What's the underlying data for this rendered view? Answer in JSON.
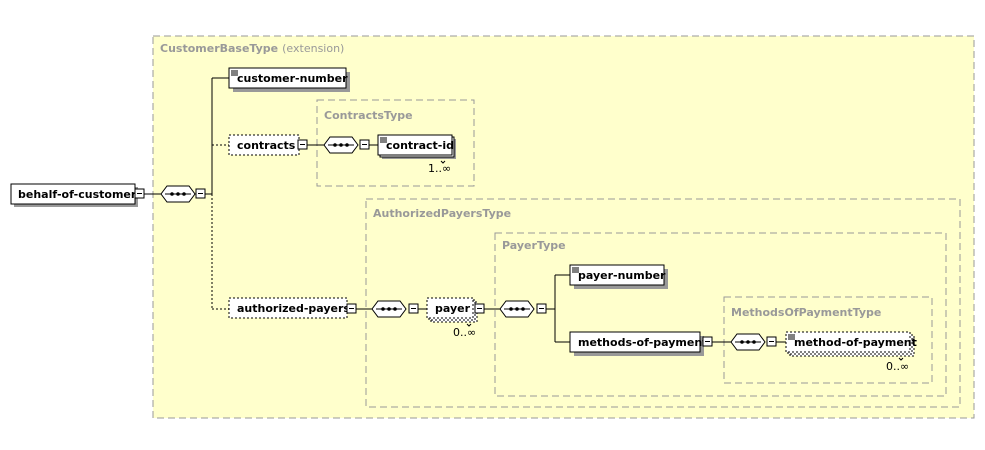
{
  "complex_types": {
    "customer_base": {
      "name": "CustomerBaseType",
      "suffix": "(extension)"
    },
    "contracts": {
      "name": "ContractsType"
    },
    "authorized_payers": {
      "name": "AuthorizedPayersType"
    },
    "payer": {
      "name": "PayerType"
    },
    "methods_of_payment": {
      "name": "MethodsOfPaymentType"
    }
  },
  "elements": {
    "behalf_of_customer": "behalf-of-customer",
    "customer_number": "customer-number",
    "contracts": "contracts",
    "contract_id": "contract-id",
    "authorized_payers": "authorized-payers",
    "payer": "payer",
    "payer_number": "payer-number",
    "methods_of_payment": "methods-of-payment",
    "method_of_payment": "method-of-payment"
  },
  "cardinalities": {
    "contract_id": "1..∞",
    "payer": "0..∞",
    "method_of_payment": "0..∞"
  },
  "colors": {
    "type_fill": "#ffffcc",
    "type_border": "#999999",
    "element_fill": "#ffffff",
    "shadow": "#999999"
  }
}
